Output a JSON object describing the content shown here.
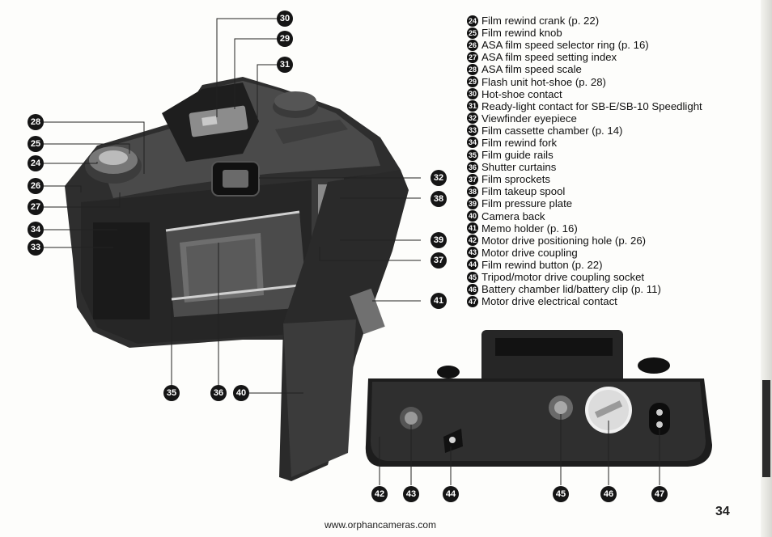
{
  "legend": [
    {
      "num": "24",
      "text": "Film rewind crank (p. 22)"
    },
    {
      "num": "25",
      "text": "Film rewind knob"
    },
    {
      "num": "26",
      "text": "ASA film speed selector ring (p. 16)"
    },
    {
      "num": "27",
      "text": "ASA film speed setting index"
    },
    {
      "num": "28",
      "text": "ASA film speed scale"
    },
    {
      "num": "29",
      "text": "Flash unit hot-shoe (p. 28)"
    },
    {
      "num": "30",
      "text": "Hot-shoe contact"
    },
    {
      "num": "31",
      "text": "Ready-light contact for SB-E/SB-10 Speedlight"
    },
    {
      "num": "32",
      "text": "Viewfinder eyepiece"
    },
    {
      "num": "33",
      "text": "Film cassette chamber (p. 14)"
    },
    {
      "num": "34",
      "text": "Film rewind fork"
    },
    {
      "num": "35",
      "text": "Film guide rails"
    },
    {
      "num": "36",
      "text": "Shutter curtains"
    },
    {
      "num": "37",
      "text": "Film sprockets"
    },
    {
      "num": "38",
      "text": "Film takeup spool"
    },
    {
      "num": "39",
      "text": "Film pressure plate"
    },
    {
      "num": "40",
      "text": "Camera back"
    },
    {
      "num": "41",
      "text": "Memo holder (p. 16)"
    },
    {
      "num": "42",
      "text": "Motor drive positioning hole (p. 26)"
    },
    {
      "num": "43",
      "text": "Motor drive coupling"
    },
    {
      "num": "44",
      "text": "Film rewind button (p. 22)"
    },
    {
      "num": "45",
      "text": "Tripod/motor drive coupling socket"
    },
    {
      "num": "46",
      "text": "Battery chamber lid/battery clip (p. 11)"
    },
    {
      "num": "47",
      "text": "Motor drive electrical contact"
    }
  ],
  "callouts_top": {
    "c30": "30",
    "c29": "29",
    "c31": "31",
    "c28": "28",
    "c25": "25",
    "c24": "24",
    "c26": "26",
    "c27": "27",
    "c34": "34",
    "c33": "33",
    "c32": "32",
    "c38": "38",
    "c39": "39",
    "c37": "37",
    "c41": "41",
    "c35": "35",
    "c36": "36",
    "c40": "40"
  },
  "callouts_bottom": {
    "c42": "42",
    "c43": "43",
    "c44": "44",
    "c45": "45",
    "c46": "46",
    "c47": "47"
  },
  "footer": {
    "url": "www.orphancameras.com",
    "page_number": "34"
  }
}
